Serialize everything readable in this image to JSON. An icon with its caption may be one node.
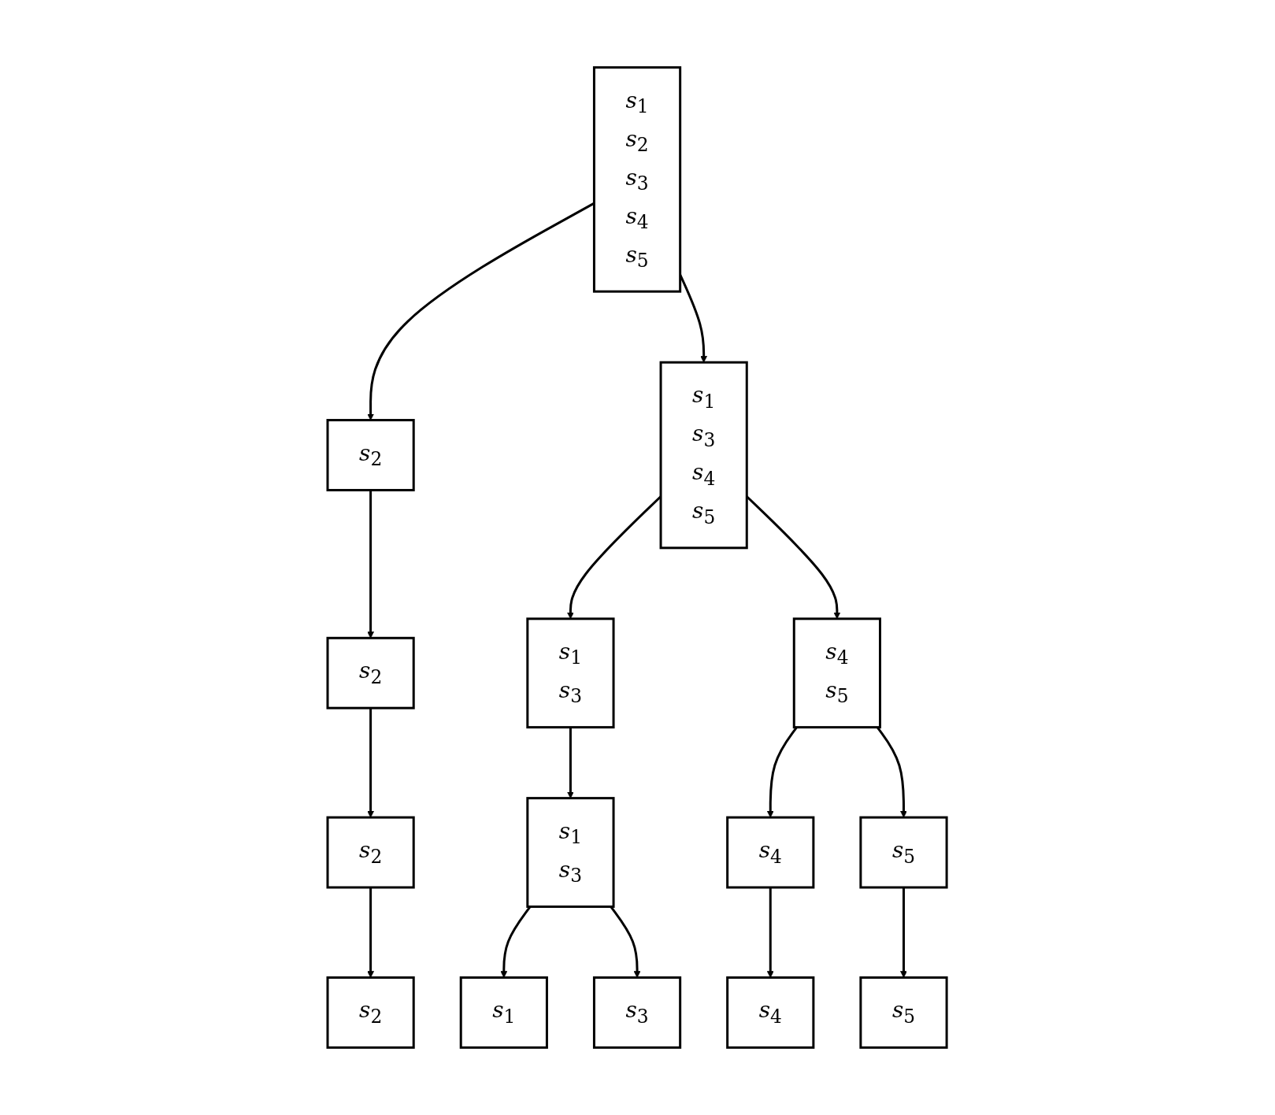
{
  "diagram": {
    "nodes": [
      {
        "text": [
          "s$_{1}$",
          "s$_{2}$",
          "s$_{3}$",
          "s$_{4}$",
          "s$_{5}$"
        ]
      },
      {
        "text": [
          "s$_{2}$"
        ]
      },
      {
        "text": [
          "s$_{1}$",
          "s$_{3}$",
          "s$_{4}$",
          "s$_{5}$"
        ]
      },
      {
        "text": [
          "s$_{2}$"
        ]
      },
      {
        "text": [
          "s$_{1}$",
          "s$_{3}$"
        ]
      },
      {
        "text": [
          "s$_{4}$",
          "s$_{5}$"
        ]
      },
      {
        "text": [
          "s$_{2}$"
        ]
      },
      {
        "text": [
          "s$_{1}$",
          "s$_{3}$"
        ]
      },
      {
        "text": [
          "s$_{4}$"
        ]
      },
      {
        "text": [
          "s$_{5}$"
        ]
      },
      {
        "text": [
          "s$_{2}$"
        ]
      },
      {
        "text": [
          "s$_{1}$"
        ]
      },
      {
        "text": [
          "s$_{3}$"
        ]
      },
      {
        "text": [
          "s$_{4}$"
        ]
      },
      {
        "text": [
          "s$_{5}$"
        ]
      }
    ],
    "edges": [
      {
        "from": 0,
        "to": 1,
        "arrow": "to"
      },
      {
        "from": 0,
        "to": 2,
        "arrow": "to"
      },
      {
        "from": 1,
        "to": 3,
        "arrow": "to"
      },
      {
        "from": 2,
        "to": 4,
        "arrow": "to"
      },
      {
        "from": 2,
        "to": 5,
        "arrow": "to"
      },
      {
        "from": 3,
        "to": 6,
        "arrow": "to"
      },
      {
        "from": 4,
        "to": 7,
        "arrow": "to"
      },
      {
        "from": 5,
        "to": 8,
        "arrow": "to"
      },
      {
        "from": 5,
        "to": 9,
        "arrow": "to"
      },
      {
        "from": 6,
        "to": 10,
        "arrow": "to"
      },
      {
        "from": 7,
        "to": 11,
        "arrow": "to"
      },
      {
        "from": 7,
        "to": 12,
        "arrow": "to"
      },
      {
        "from": 8,
        "to": 13,
        "arrow": "to"
      },
      {
        "from": 9,
        "to": 14,
        "arrow": "to"
      }
    ]
  }
}
